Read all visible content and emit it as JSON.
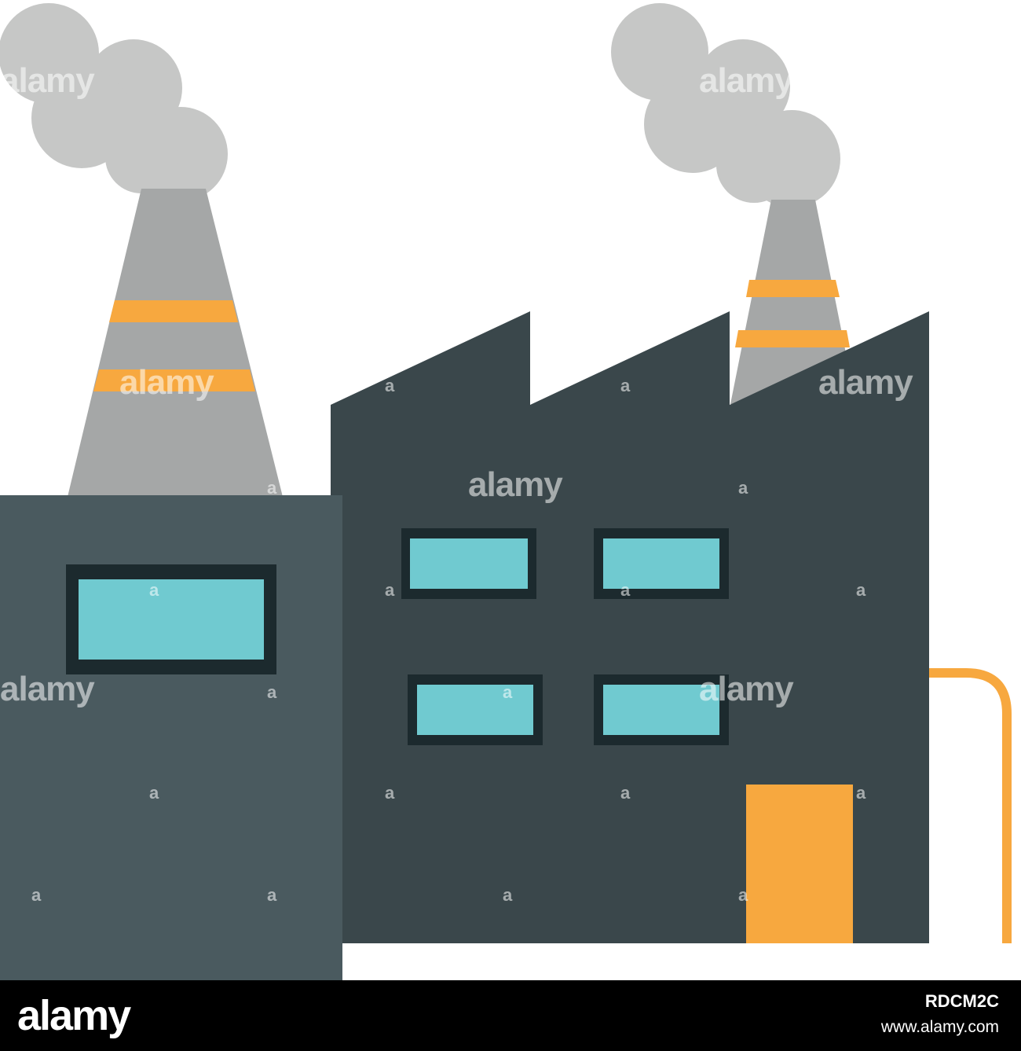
{
  "image": {
    "subject": "factory",
    "colors": {
      "smoke": "#c6c7c6",
      "chimney": "#a5a7a7",
      "stripe": "#f7a83f",
      "front_building": "#4a5a5f",
      "main_building": "#3a474b",
      "window_frame": "#1c2a2e",
      "window_glass": "#70cad0",
      "door": "#f7a83f",
      "pipe": "#f7a83f"
    }
  },
  "watermark": {
    "word": "alamy",
    "letter": "a"
  },
  "footer": {
    "logo": "alamy",
    "image_id": "RDCM2C",
    "url": "www.alamy.com"
  }
}
